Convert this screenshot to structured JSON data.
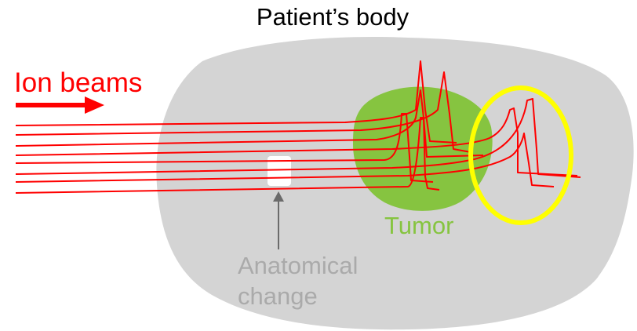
{
  "labels": {
    "title": "Patient’s body",
    "ion_beams": "Ion beams",
    "tumor": "Tumor",
    "anatomical_change": [
      "Anatomical",
      "change"
    ]
  },
  "colors": {
    "body": "#d4d4d4",
    "tumor": "#86c440",
    "beam": "#ff0000",
    "highlight_ellipse": "#ffff00",
    "change_label": "#aaaaaa",
    "arrow": "#6b6b6b",
    "cavity": "#ffffff"
  },
  "icons": {
    "beam_direction": "right-arrow-icon",
    "pointer": "up-arrow-icon"
  }
}
